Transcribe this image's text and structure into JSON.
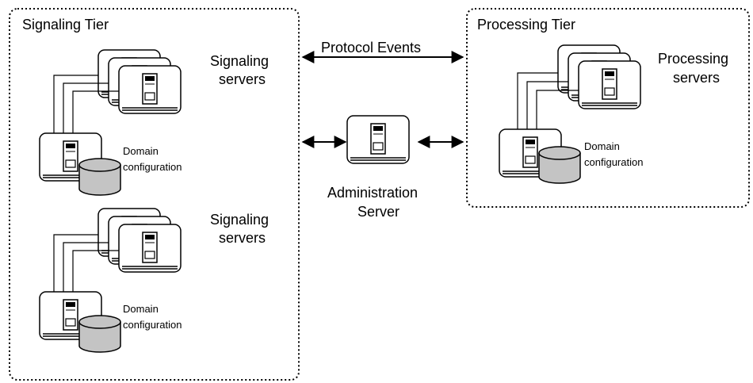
{
  "diagram": {
    "signaling_tier": {
      "title": "Signaling Tier",
      "group1": {
        "servers_label_line1": "Signaling",
        "servers_label_line2": "servers",
        "domain_label_line1": "Domain",
        "domain_label_line2": "configuration"
      },
      "group2": {
        "servers_label_line1": "Signaling",
        "servers_label_line2": "servers",
        "domain_label_line1": "Domain",
        "domain_label_line2": "configuration"
      }
    },
    "processing_tier": {
      "title": "Processing Tier",
      "servers_label_line1": "Processing",
      "servers_label_line2": "servers",
      "domain_label_line1": "Domain",
      "domain_label_line2": "configuration"
    },
    "protocol_events_label": "Protocol Events",
    "administration_server": {
      "label_line1": "Administration",
      "label_line2": "Server"
    },
    "colors": {
      "line": "#000000",
      "database_fill": "#c4c4c4",
      "background": "#ffffff"
    }
  }
}
